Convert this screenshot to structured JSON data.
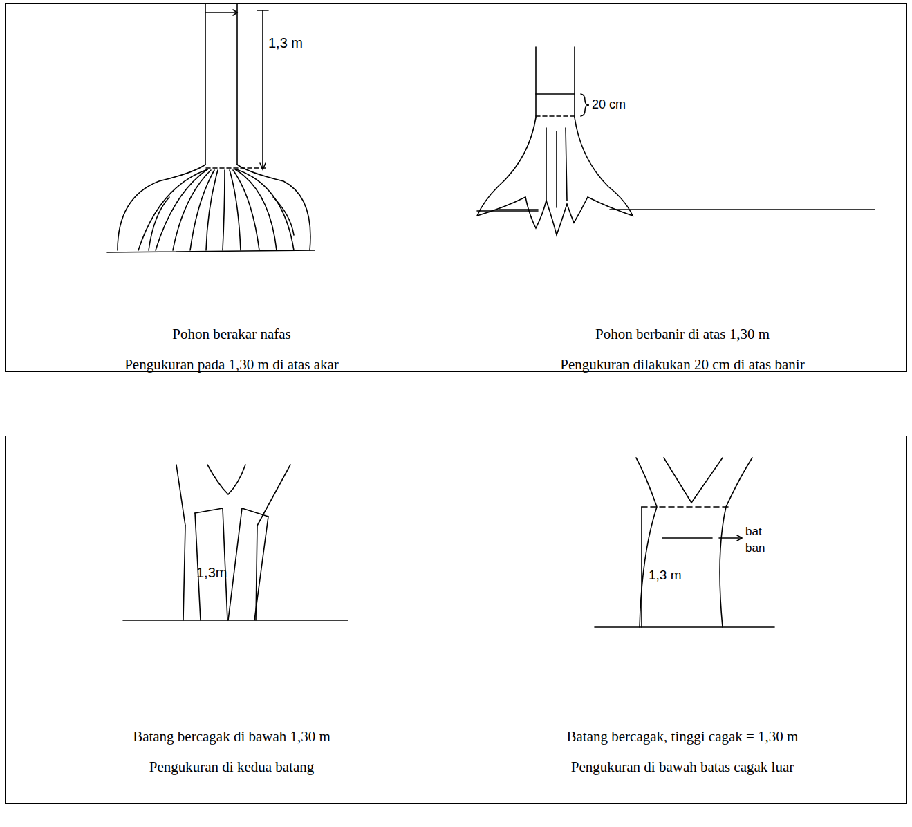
{
  "diagram": {
    "nodes": [
      {
        "text": [
          "Pohon berakar nafas",
          "Pengukuran pada 1,30 m di atas akar"
        ]
      },
      {
        "text": [
          "Pohon berbanir di atas 1,30 m",
          "Pengukuran dilakukan 20 cm di atas banir"
        ]
      },
      {
        "text": [
          "Batang bercagak di bawah 1,30 m",
          "Pengukuran di kedua batang"
        ]
      },
      {
        "text": [
          "Batang  bercagak, tinggi    cagak = 1,30 m",
          "Pengukuran di bawah batas cagak luar"
        ]
      }
    ],
    "labels": [
      "1,3 m",
      "20 cm",
      "1,3m",
      "1,3 m",
      "bat",
      "ban"
    ]
  }
}
